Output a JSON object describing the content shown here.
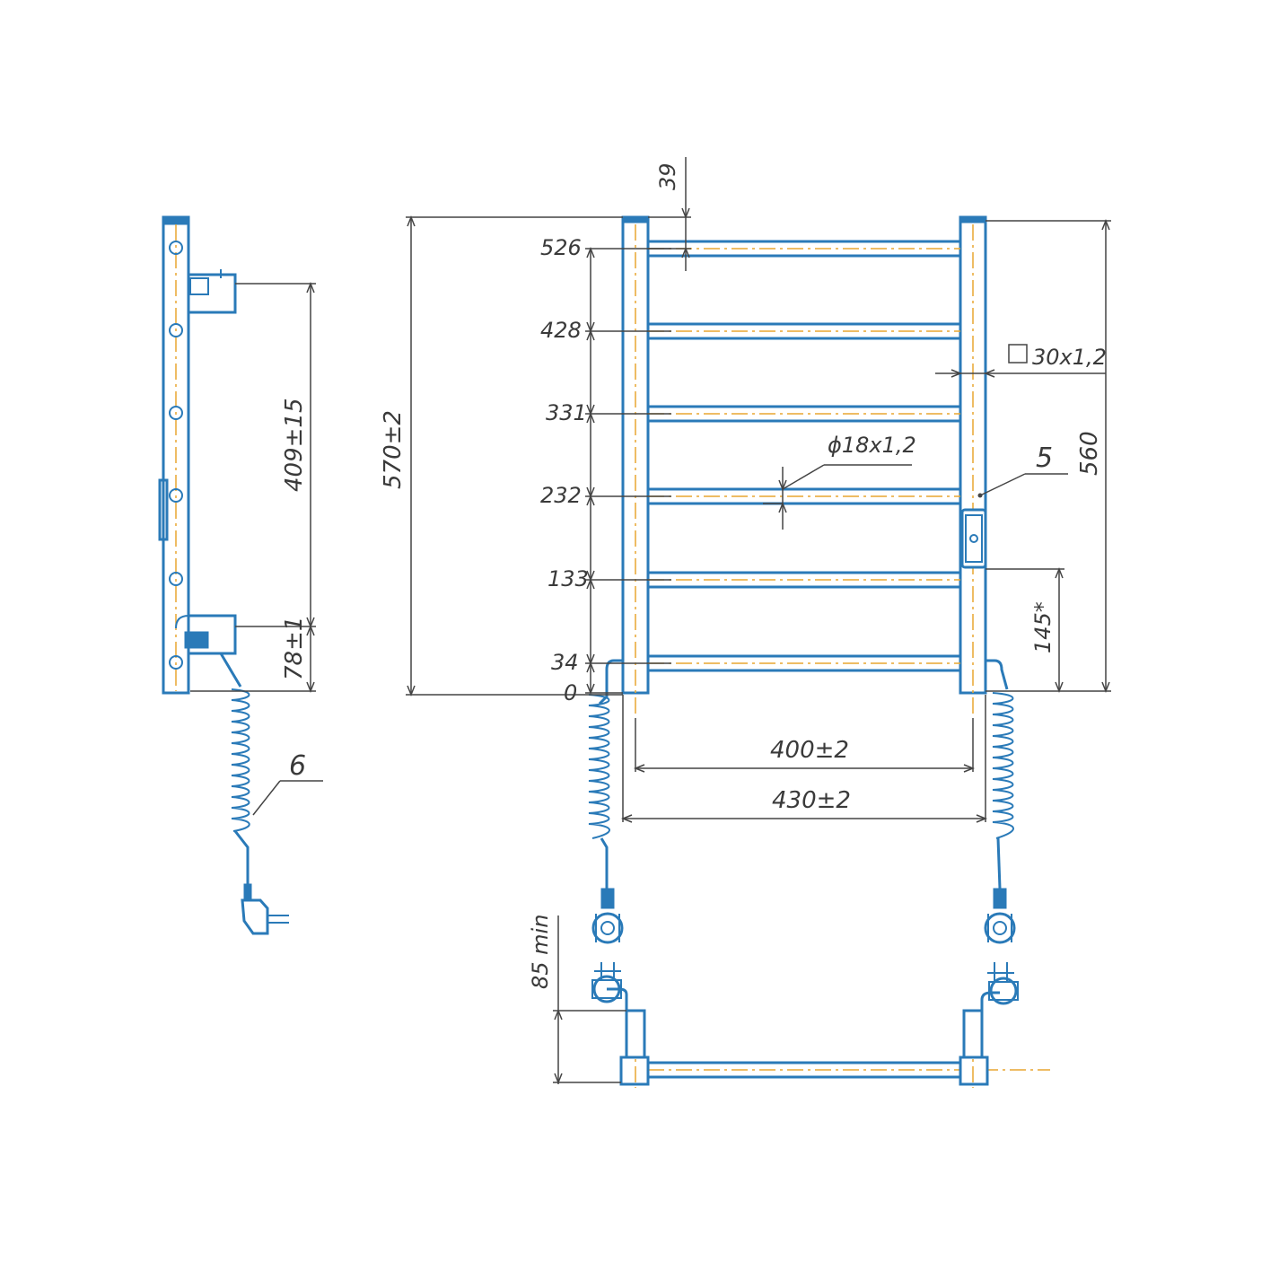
{
  "colors": {
    "outline": "#2a7ab8",
    "dimension": "#444444",
    "centerline": "#e8a630",
    "background": "#ffffff"
  },
  "side_view": {
    "dim_mount_spacing": "409±15",
    "dim_bottom_mount": "78±1",
    "callout_cord": "6"
  },
  "front_view": {
    "dim_top_pitch": "39",
    "rail_heights": [
      "526",
      "428",
      "331",
      "232",
      "133",
      "34",
      "0"
    ],
    "dim_overall_height": "570±2",
    "dim_profile": "30x1,2",
    "dim_tube": "ϕ18x1,2",
    "callout_switch": "5",
    "dim_rail_height": "560",
    "dim_switch_height": "145*",
    "dim_center_width": "400±2",
    "dim_overall_width": "430±2"
  },
  "bottom_view": {
    "dim_plug_clearance": "85 min"
  }
}
